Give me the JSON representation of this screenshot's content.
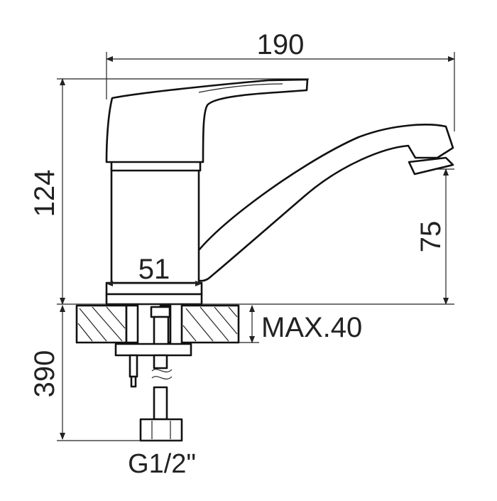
{
  "drawing": {
    "line_color": "#111111",
    "background_color": "#ffffff",
    "dimensions": {
      "overall_length": "190",
      "overall_height": "124",
      "spout_height": "75",
      "body_diameter": "51",
      "max_counter_thickness": "MAX.40",
      "hose_length": "390",
      "thread_size": "G1/2\""
    }
  }
}
